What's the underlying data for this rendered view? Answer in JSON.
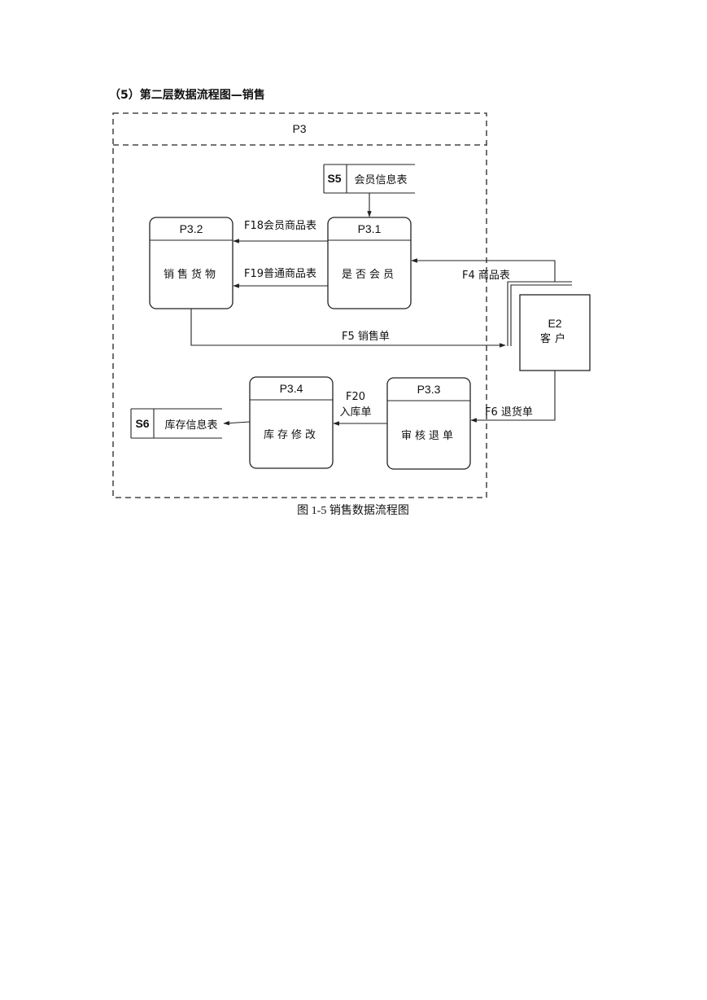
{
  "heading": "（5）第二层数据流程图—销售",
  "caption": "图 1-5  销售数据流程图",
  "boundary": {
    "label": "P3"
  },
  "processes": {
    "p31": {
      "id": "P3.1",
      "name": "是否会员"
    },
    "p32": {
      "id": "P3.2",
      "name": "销售货物"
    },
    "p33": {
      "id": "P3.3",
      "name": "审核退单"
    },
    "p34": {
      "id": "P3.4",
      "name": "库存修改"
    }
  },
  "stores": {
    "s5": {
      "id": "S5",
      "name": "会员信息表"
    },
    "s6": {
      "id": "S6",
      "name": "库存信息表"
    }
  },
  "entity": {
    "id": "E2",
    "name": "客户"
  },
  "flows": {
    "f4": "F4 商品表",
    "f5": "F5 销售单",
    "f6": "F6 退货单",
    "f18": "F18会员商品表",
    "f19": "F19普通商品表",
    "f20_id": "F20",
    "f20_name": "入库单"
  }
}
